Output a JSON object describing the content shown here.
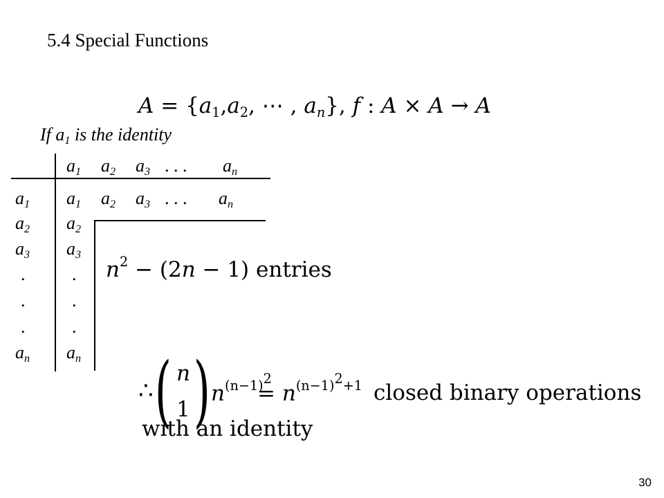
{
  "slide": {
    "title": "5.4 Special Functions",
    "page_number": "30"
  },
  "formula_set": {
    "A": "A",
    "eq_open": " = {",
    "a": "a",
    "s1": "1",
    "s2": "2",
    "dots": ", ⋯ , ",
    "sn": "n",
    "close": "}, ",
    "f": "f",
    "colon": " : ",
    "A2": "A",
    "times": " × ",
    "A3": "A",
    "arrow": " → ",
    "A4": "A",
    "comma": ","
  },
  "condition": {
    "pre": "If a",
    "sub": "1",
    "post": " is the identity"
  },
  "table": {
    "header_sym": [
      "a",
      "a",
      "a",
      "a"
    ],
    "header_sub": [
      "1",
      "2",
      "3",
      "n"
    ],
    "ellipsis": ". . .",
    "row_sym": [
      "a",
      "a",
      "a",
      "a"
    ],
    "row_sub": [
      "1",
      "2",
      "3",
      "n"
    ],
    "dot": "."
  },
  "entries_formula": {
    "n": "n",
    "sq": "2",
    "minus": " − (2",
    "n2": "n",
    "rest": " − 1) ",
    "word": "entries"
  },
  "count_formula": {
    "therefore": "∴",
    "binom_top": "n",
    "binom_bottom": "1",
    "n": "n",
    "exp": "(n−1)",
    "exp_sq": "2",
    "equals": " = ",
    "n2": "n",
    "exp2": "(n−1)",
    "exp2_sq": "2",
    "plus1": "+1",
    "closed_text": "closed binary operations",
    "with_text": "with an identity"
  }
}
